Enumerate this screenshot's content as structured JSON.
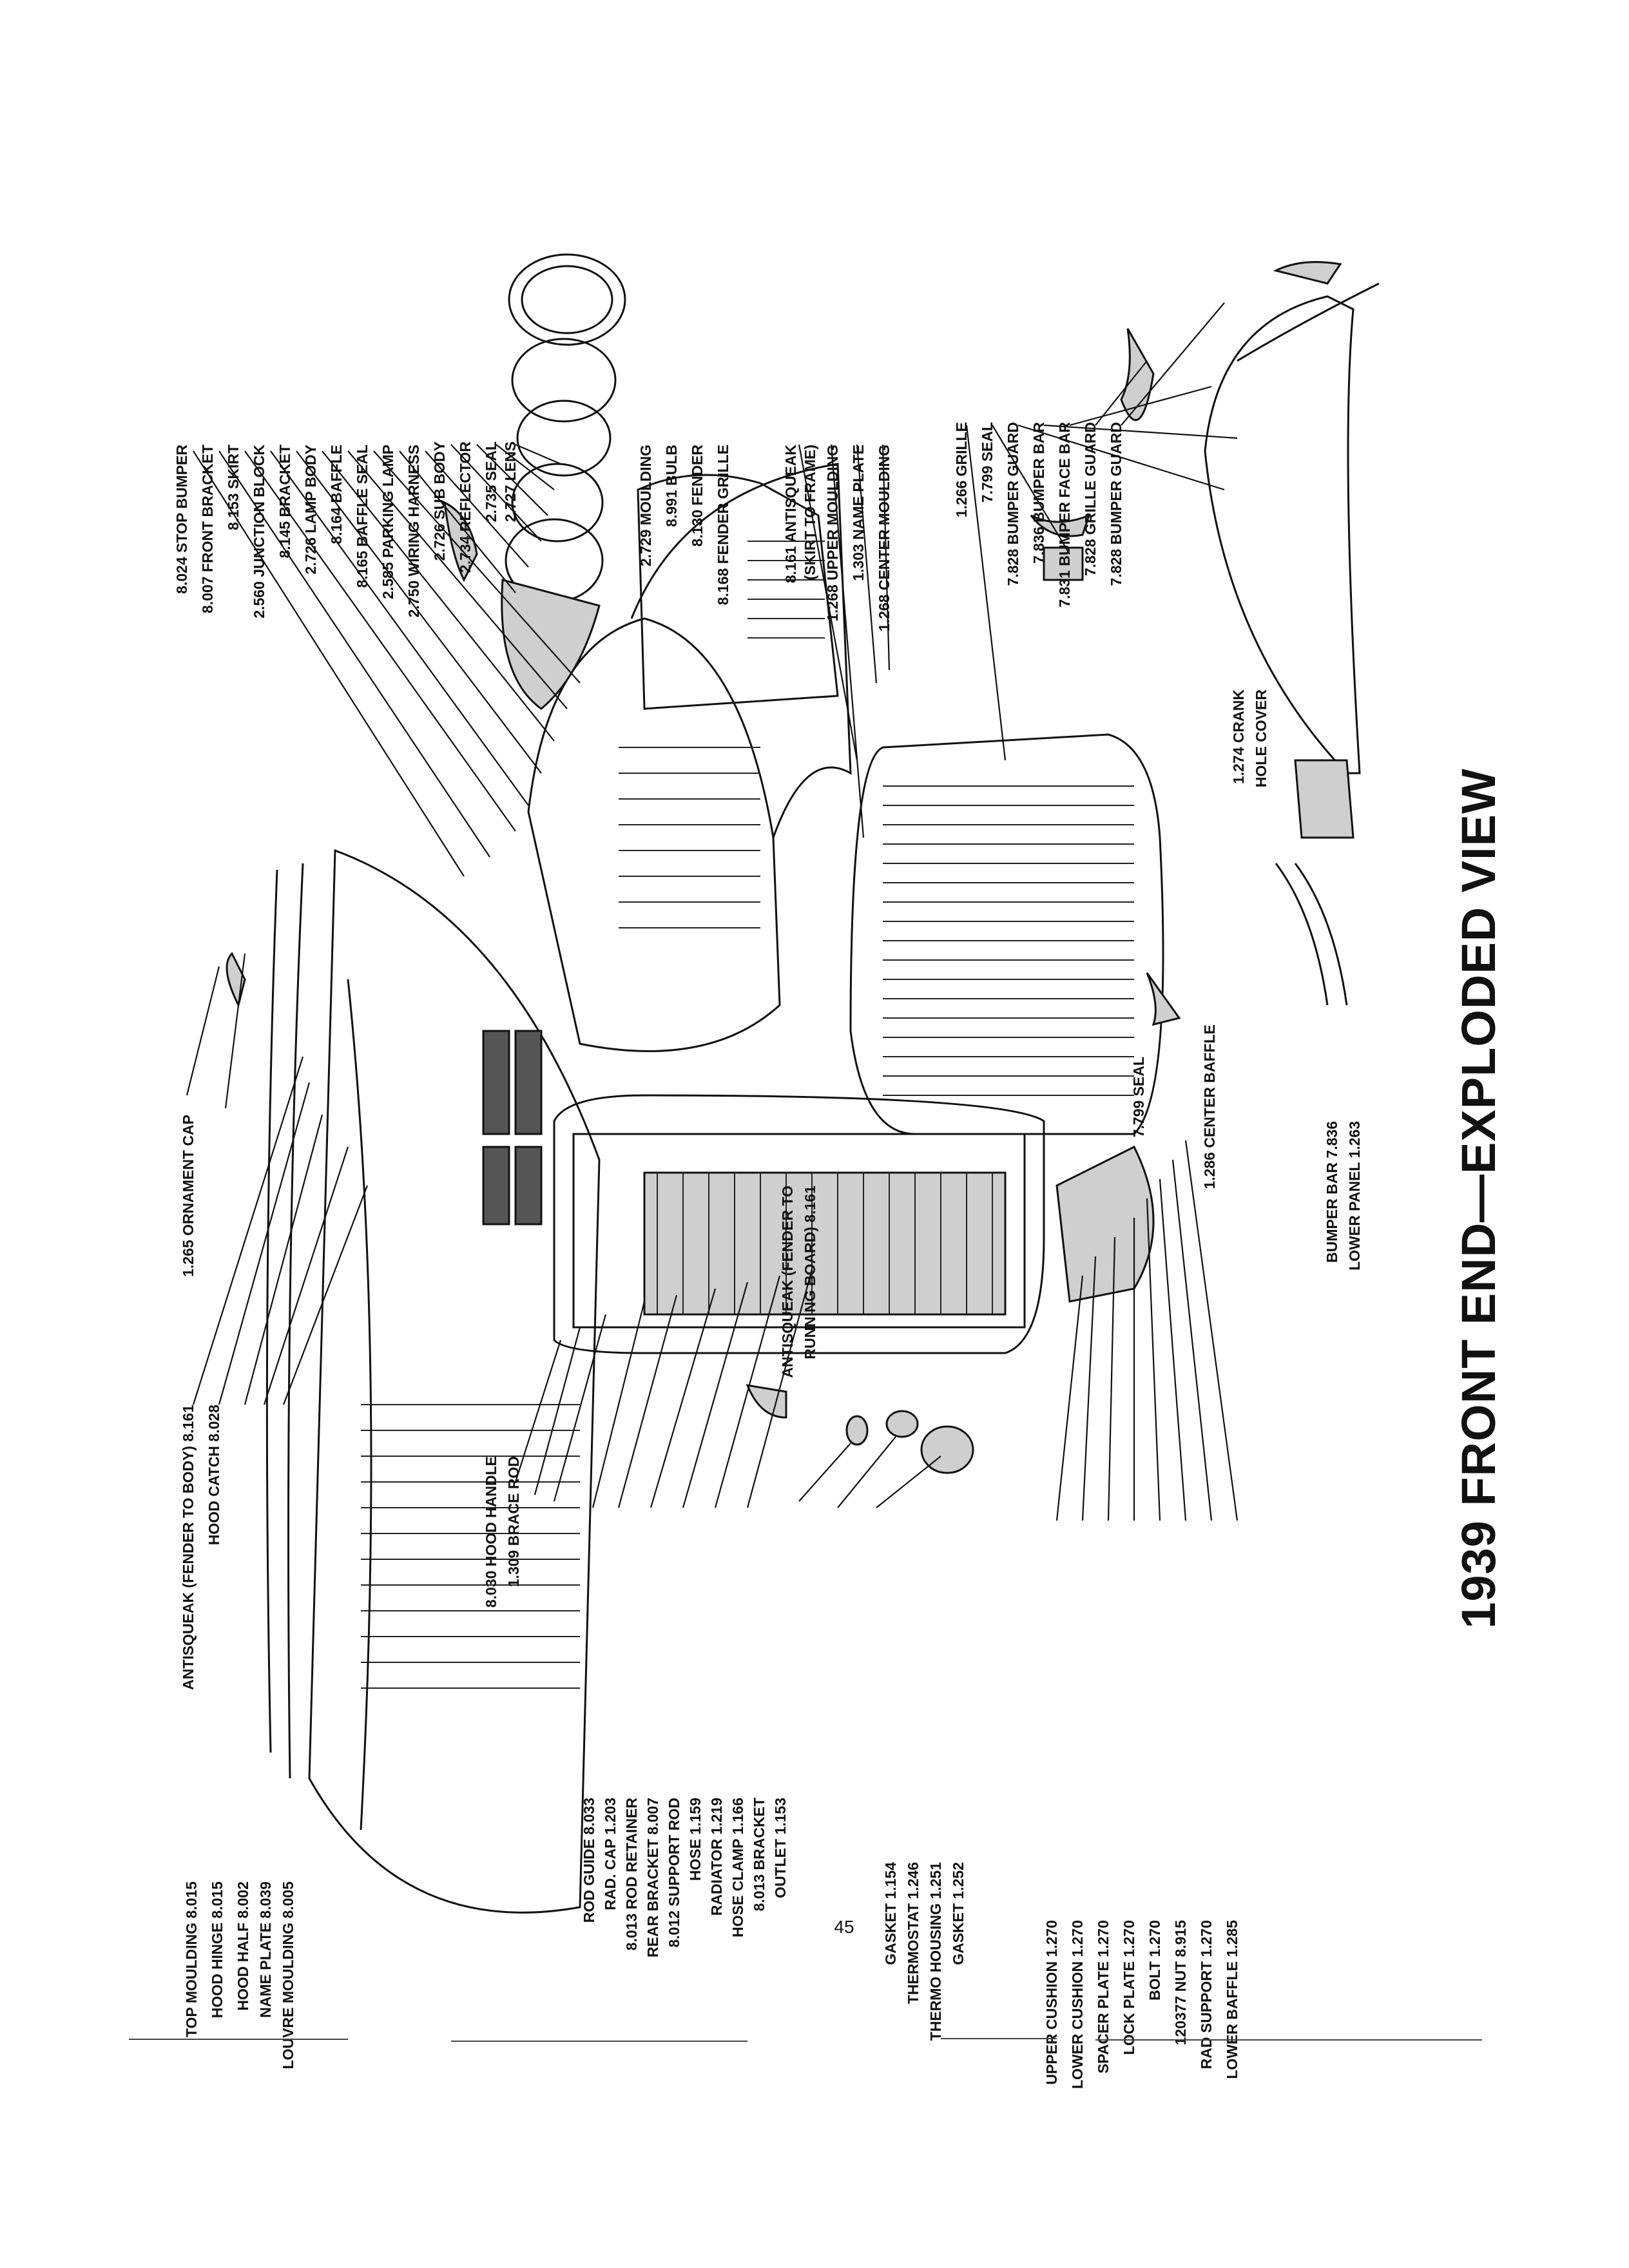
{
  "page": {
    "title": "1939 FRONT END—EXPLODED VIEW",
    "page_number": "45"
  },
  "labels_top_left": [
    "8.024 STOP BUMPER",
    "8.007 FRONT BRACKET",
    "8.153 SKIRT",
    "2.560 JUNCTION BLOCK",
    "8.145 BRACKET",
    "2.726 LAMP BODY",
    "8.164 BAFFLE",
    "8.165 BAFFLE SEAL",
    "2.585 PARKING LAMP",
    "2.750 WIRING HARNESS",
    "2.726 SUB BODY",
    "2.734 REFLECTOR",
    "2.735 SEAL",
    "2.727 LENS"
  ],
  "labels_top_mid": [
    "2.729 MOULDING",
    "8.991 BULB",
    "8.130 FENDER",
    "8.168 FENDER GRILLE"
  ],
  "labels_top_right_a": [
    "8.161 ANTISQUEAK",
    "(SKIRT TO FRAME)",
    "1.268 UPPER MOULDING",
    "1.303 NAME PLATE",
    "1.268 CENTER MOULDING"
  ],
  "labels_top_right_b": [
    "1.266 GRILLE",
    "7.799 SEAL",
    "7.828 BUMPER GUARD",
    "7.836 BUMPER BAR",
    "7.831 BUMPER FACE BAR",
    "7.828 GRILLE GUARD",
    "7.828 BUMPER GUARD"
  ],
  "labels_crank": [
    "1.274 CRANK",
    "HOLE COVER"
  ],
  "label_ornament": "1.265 ORNAMENT CAP",
  "label_antisqueak_body": "ANTISQUEAK (FENDER TO BODY) 8.161",
  "label_hood_catch": "HOOD CATCH 8.028",
  "labels_hood_handle": [
    "8.030 HOOD HANDLE",
    "1.309 BRACE ROD"
  ],
  "labels_running_board": [
    "ANTISQUEAK (FENDER TO",
    "RUNNING BOARD) 8.161"
  ],
  "label_seal_lower": "7.799 SEAL",
  "label_center_baffle": "1.286 CENTER BAFFLE",
  "labels_bumper_lower": [
    "BUMPER BAR 7.836",
    "LOWER PANEL 1.263"
  ],
  "labels_bottom_left": [
    "TOP MOULDING 8.015",
    "HOOD HINGE 8.015",
    "HOOD HALF 8.002",
    "NAME PLATE 8.039",
    "LOUVRE MOULDING 8.005"
  ],
  "labels_bottom_mid": [
    "ROD GUIDE 8.033",
    "RAD. CAP 1.203",
    "8.013 ROD RETAINER",
    "REAR BRACKET 8.007",
    "8.012 SUPPORT ROD",
    "HOSE 1.159",
    "RADIATOR 1.219",
    "HOSE CLAMP 1.166",
    "8.013 BRACKET",
    "OUTLET 1.153"
  ],
  "labels_bottom_thermo": [
    "GASKET 1.154",
    "THERMOSTAT 1.246",
    "THERMO HOUSING 1.251",
    "GASKET 1.252"
  ],
  "labels_bottom_right": [
    "UPPER CUSHION 1.270",
    "LOWER CUSHION 1.270",
    "SPACER PLATE 1.270",
    "LOCK PLATE 1.270",
    "BOLT 1.270",
    "120377 NUT 8.915",
    "RAD SUPPORT 1.270",
    "LOWER BAFFLE 1.285"
  ]
}
